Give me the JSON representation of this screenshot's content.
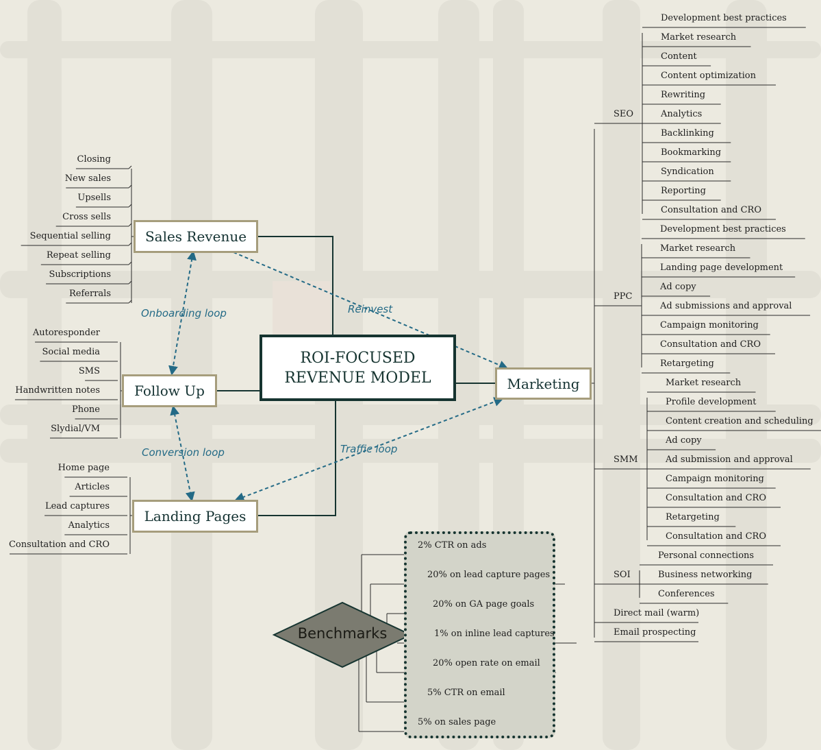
{
  "central_topic": {
    "line1": "ROI-FOCUSED",
    "line2": "REVENUE MODEL"
  },
  "main_nodes": {
    "sales_revenue": "Sales Revenue",
    "follow_up": "Follow Up",
    "landing_pages": "Landing Pages",
    "marketing": "Marketing"
  },
  "sales_revenue_items": [
    "Closing",
    "New sales",
    "Upsells",
    "Cross sells",
    "Sequential selling",
    "Repeat selling",
    "Subscriptions",
    "Referrals"
  ],
  "follow_up_items": [
    "Autoresponder",
    "Social media",
    "SMS",
    "Handwritten notes",
    "Phone",
    "Slydial/VM"
  ],
  "landing_pages_items": [
    "Home page",
    "Articles",
    "Lead captures",
    "Analytics",
    "Consultation and CRO"
  ],
  "loops": {
    "onboarding": "Onboarding loop",
    "conversion": "Conversion loop",
    "reinvest": "Reinvest",
    "traffic": "Traffic loop"
  },
  "marketing": {
    "seo": {
      "label": "SEO",
      "items": [
        "Development best practices",
        "Market research",
        "Content",
        "Content optimization",
        "Rewriting",
        "Analytics",
        "Backlinking",
        "Bookmarking",
        "Syndication",
        "Reporting",
        "Consultation and CRO"
      ]
    },
    "ppc": {
      "label": "PPC",
      "items": [
        "Development best practices",
        "Market research",
        "Landing page development",
        "Ad copy",
        "Ad submissions and approval",
        "Campaign monitoring",
        "Consultation and CRO",
        "Retargeting"
      ]
    },
    "smm": {
      "label": "SMM",
      "items": [
        "Market research",
        "Profile development",
        "Content creation and scheduling",
        "Ad copy",
        "Ad submission and approval",
        "Campaign monitoring",
        "Consultation and CRO",
        "Retargeting",
        "Consultation and CRO"
      ]
    },
    "soi": {
      "label": "SOI",
      "items": [
        "Personal connections",
        "Business networking",
        "Conferences"
      ]
    },
    "direct_mail": "Direct mail (warm)",
    "email_prospecting": "Email prospecting"
  },
  "benchmarks": {
    "label": "Benchmarks",
    "items": [
      "2% CTR on ads",
      "20% on lead capture pages",
      "20% on GA page goals",
      "1% on inline lead captures",
      "20% open rate on email",
      "5% CTR on email",
      "5% on sales page"
    ]
  },
  "colors": {
    "background": "#eceae0",
    "box_border": "#a69d7c",
    "central_border": "#163430",
    "loop_arrow": "#236a86",
    "diamond_fill": "#7b7b70"
  }
}
